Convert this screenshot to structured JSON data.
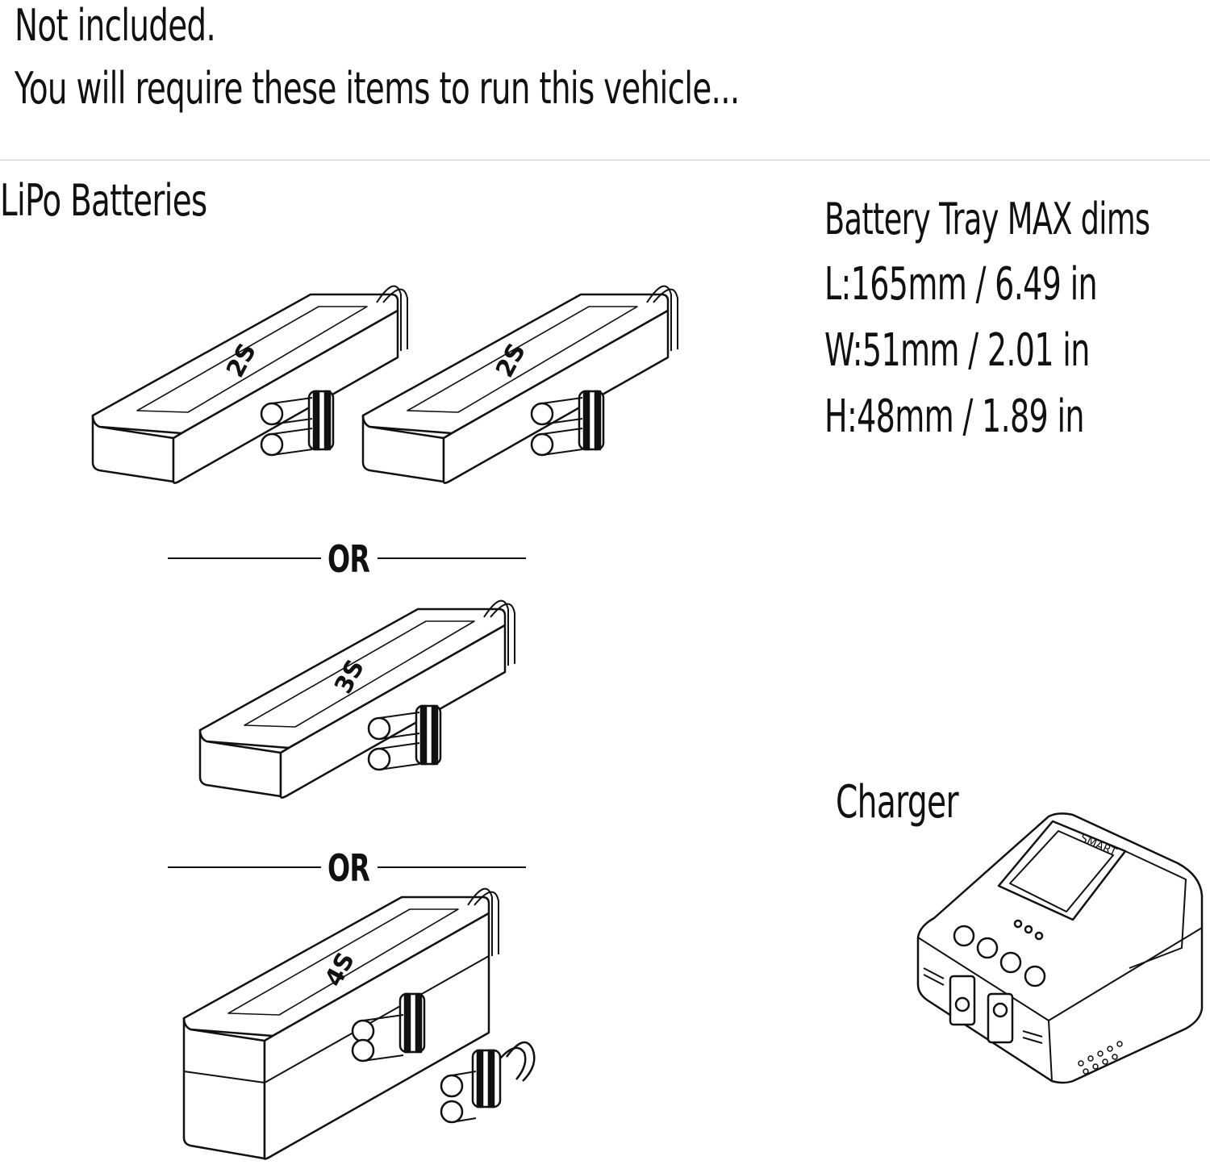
{
  "header": {
    "line1": "Not included.",
    "line2": "You will require these items to run this vehicle..."
  },
  "batteries": {
    "title": "LiPo Batteries",
    "labels": [
      "2S",
      "2S",
      "3S",
      "4S"
    ],
    "or_label": "OR"
  },
  "dimensions": {
    "title": "Battery Tray MAX dims",
    "length": "L:165mm / 6.49 in",
    "width": "W:51mm / 2.01 in",
    "height": "H:48mm / 1.89 in"
  },
  "charger": {
    "title": "Charger",
    "brand": "SMART"
  },
  "colors": {
    "ink": "#111111",
    "separator": "#c8c8c8",
    "background": "#ffffff"
  }
}
